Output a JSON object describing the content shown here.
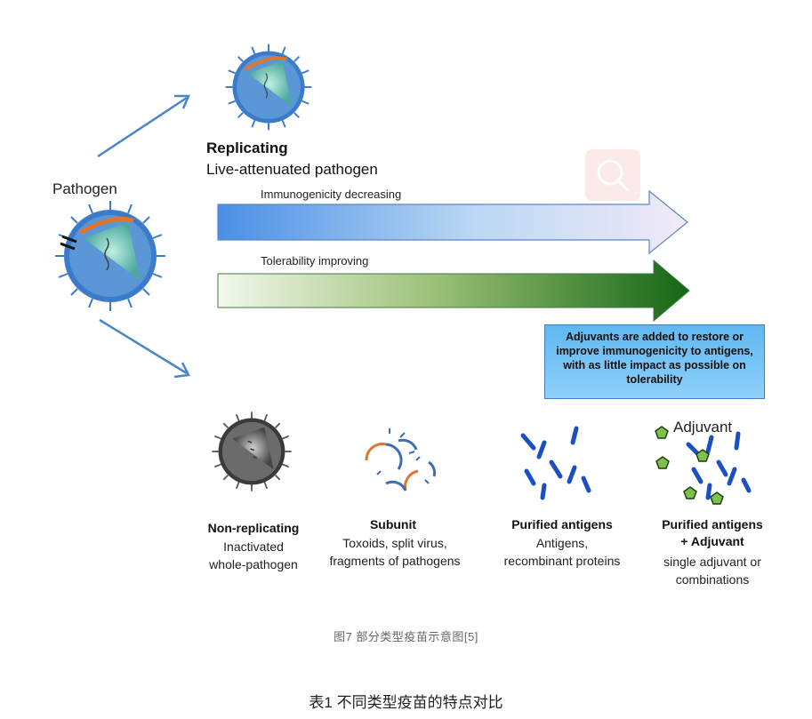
{
  "pathogen_label": "Pathogen",
  "replicating": {
    "title": "Replicating",
    "subtitle": "Live-attenuated pathogen"
  },
  "arrows": [
    {
      "label": "Immunogenicity decreasing"
    },
    {
      "label": "Tolerability improving"
    }
  ],
  "callout": "Adjuvants are added to restore or improve immunogenicity to antigens, with as little impact as possible on tolerability",
  "adjuvant_label": "Adjuvant",
  "vaccine_types": [
    {
      "title": "Non-replicating",
      "desc": "Inactivated\nwhole-pathogen"
    },
    {
      "title": "Subunit",
      "desc": "Toxoids, split virus,\nfragments of pathogens"
    },
    {
      "title": "Purified antigens",
      "desc": "Antigens,\nrecombinant proteins"
    },
    {
      "title": "Purified antigens\n+ Adjuvant",
      "desc": "single adjuvant or\ncombinations"
    }
  ],
  "figure_caption": "图7 部分类型疫苗示意图[5]",
  "table_title": "表1 不同类型疫苗的特点对比",
  "colors": {
    "arrow_blue": "#4a8fe6",
    "arrow_green": "#1a6b1a",
    "virus_spike": "#3a7cc9",
    "virus_core": "#7fd3c0",
    "antigen_blue": "#1c4fc2",
    "adjuvant_green": "#7fc24a"
  }
}
